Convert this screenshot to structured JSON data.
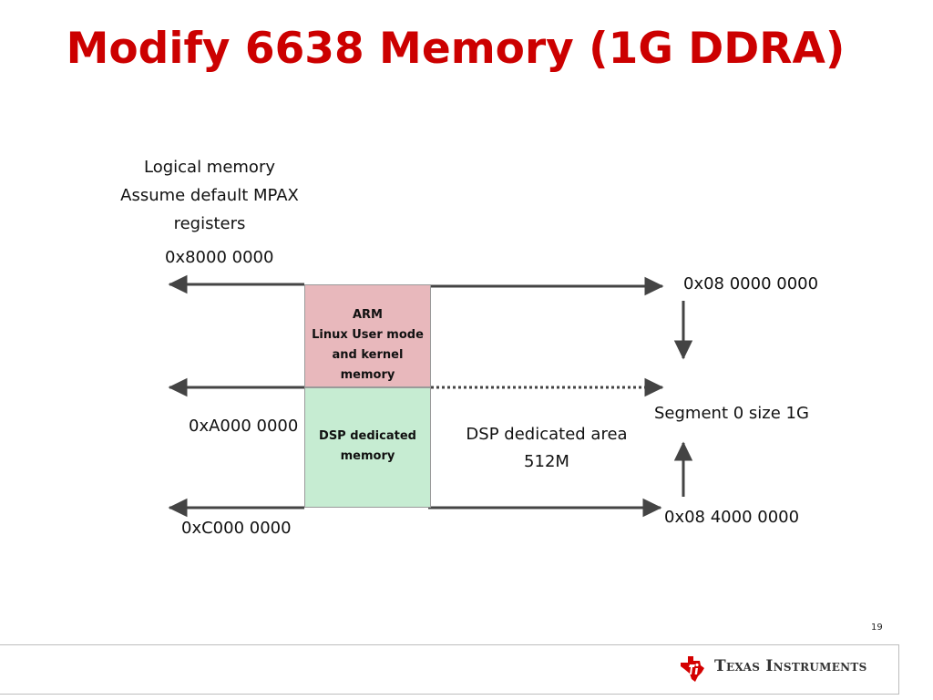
{
  "title": "Modify 6638 Memory (1G DDRA)",
  "logical": {
    "heading_lines": [
      "Logical memory",
      "Assume default MPAX",
      "registers"
    ],
    "addr_top": "0x8000 0000",
    "addr_mid": "0xA000 0000",
    "addr_bottom": "0xC000 0000"
  },
  "boxes": {
    "arm_lines": [
      "ARM",
      "Linux User mode",
      "and kernel memory"
    ],
    "dsp_lines": [
      "DSP dedicated",
      "memory"
    ]
  },
  "dsp_area_lines": [
    "DSP dedicated area",
    "512M"
  ],
  "physical": {
    "addr_top": "0x08 0000 0000",
    "segment": "Segment 0 size 1G",
    "addr_bottom": "0x08 4000 0000"
  },
  "footer": {
    "page_number": "19",
    "brand": "Texas Instruments"
  },
  "colors": {
    "title": "#cc0000",
    "arm_box": "#e8b8bc",
    "dsp_box": "#c6ecd2",
    "arrow": "#444444",
    "ti_logo": "#d40000"
  }
}
